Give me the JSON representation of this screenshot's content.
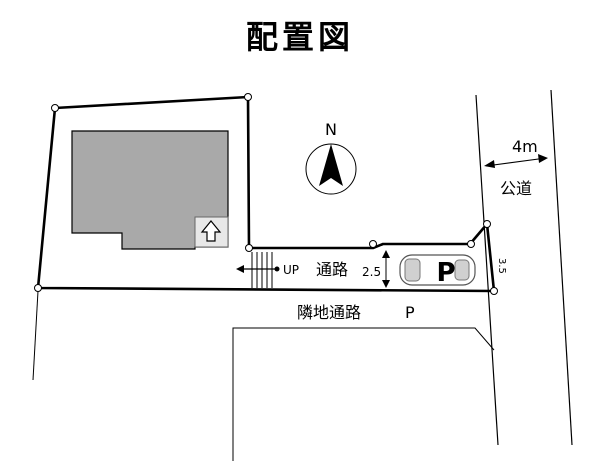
{
  "title": "配置図",
  "north": "N",
  "road": {
    "width": "4m",
    "label": "公道"
  },
  "passage": {
    "label": "通路",
    "width": "2.5",
    "up": "UP"
  },
  "right_edge_dim": "3.5",
  "parking": {
    "mark": "P"
  },
  "neighbor": {
    "label": "隣地通路",
    "parking": "P"
  },
  "colors": {
    "building": "#a9a9a9",
    "line": "#000000"
  }
}
